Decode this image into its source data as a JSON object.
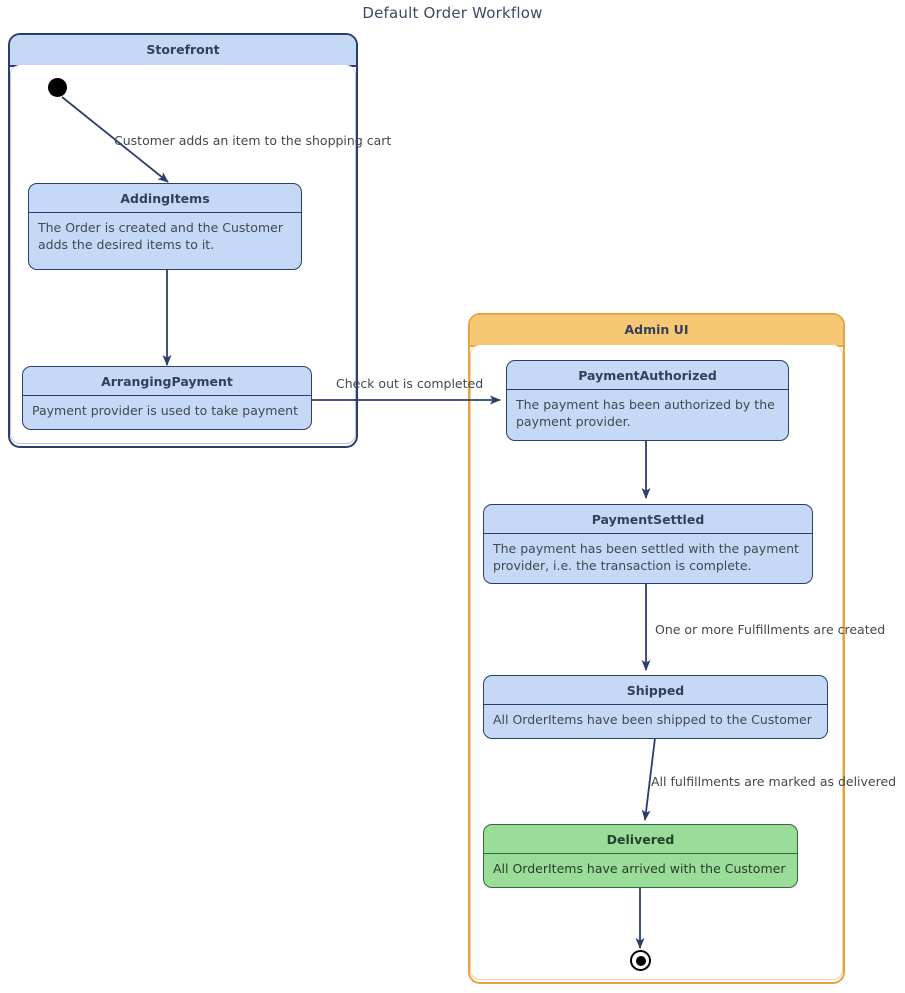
{
  "diagram": {
    "title": "Default Order Workflow",
    "type": "uml-state-machine",
    "colors": {
      "state_fill": "#c5d9f7",
      "state_border": "#2c3e6b",
      "final_state_fill": "#99dd99",
      "storefront_header_fill": "#c5d9f7",
      "adminui_header_fill": "#f7c873",
      "adminui_border": "#e8a33d",
      "text": "#41484f",
      "edge": "#2c3e6b"
    }
  },
  "regions": [
    {
      "id": "storefront",
      "label": "Storefront"
    },
    {
      "id": "adminui",
      "label": "Admin UI"
    }
  ],
  "states": [
    {
      "id": "adding-items",
      "name": "AddingItems",
      "description": "The Order is created and the Customer adds the desired items to it.",
      "region": "storefront"
    },
    {
      "id": "arranging-payment",
      "name": "ArrangingPayment",
      "description": "Payment provider is used to take payment",
      "region": "storefront"
    },
    {
      "id": "payment-authorized",
      "name": "PaymentAuthorized",
      "description": "The payment has been authorized by the payment provider.",
      "region": "adminui"
    },
    {
      "id": "payment-settled",
      "name": "PaymentSettled",
      "description": "The payment has been settled with the payment provider, i.e. the transaction is complete.",
      "region": "adminui"
    },
    {
      "id": "shipped",
      "name": "Shipped",
      "description": "All OrderItems have been shipped to the Customer",
      "region": "adminui"
    },
    {
      "id": "delivered",
      "name": "Delivered",
      "description": "All OrderItems have arrived with the Customer",
      "region": "adminui"
    }
  ],
  "transitions": [
    {
      "id": "t1",
      "from": "initial",
      "to": "adding-items",
      "label": "Customer adds an item to the shopping cart"
    },
    {
      "id": "t2",
      "from": "adding-items",
      "to": "arranging-payment",
      "label": ""
    },
    {
      "id": "t3",
      "from": "arranging-payment",
      "to": "payment-authorized",
      "label": "Check out is completed"
    },
    {
      "id": "t4",
      "from": "payment-authorized",
      "to": "payment-settled",
      "label": ""
    },
    {
      "id": "t5",
      "from": "payment-settled",
      "to": "shipped",
      "label": "One or more Fulfillments are created"
    },
    {
      "id": "t6",
      "from": "shipped",
      "to": "delivered",
      "label": "All fulfillments are marked as delivered"
    },
    {
      "id": "t7",
      "from": "delivered",
      "to": "final",
      "label": ""
    }
  ]
}
